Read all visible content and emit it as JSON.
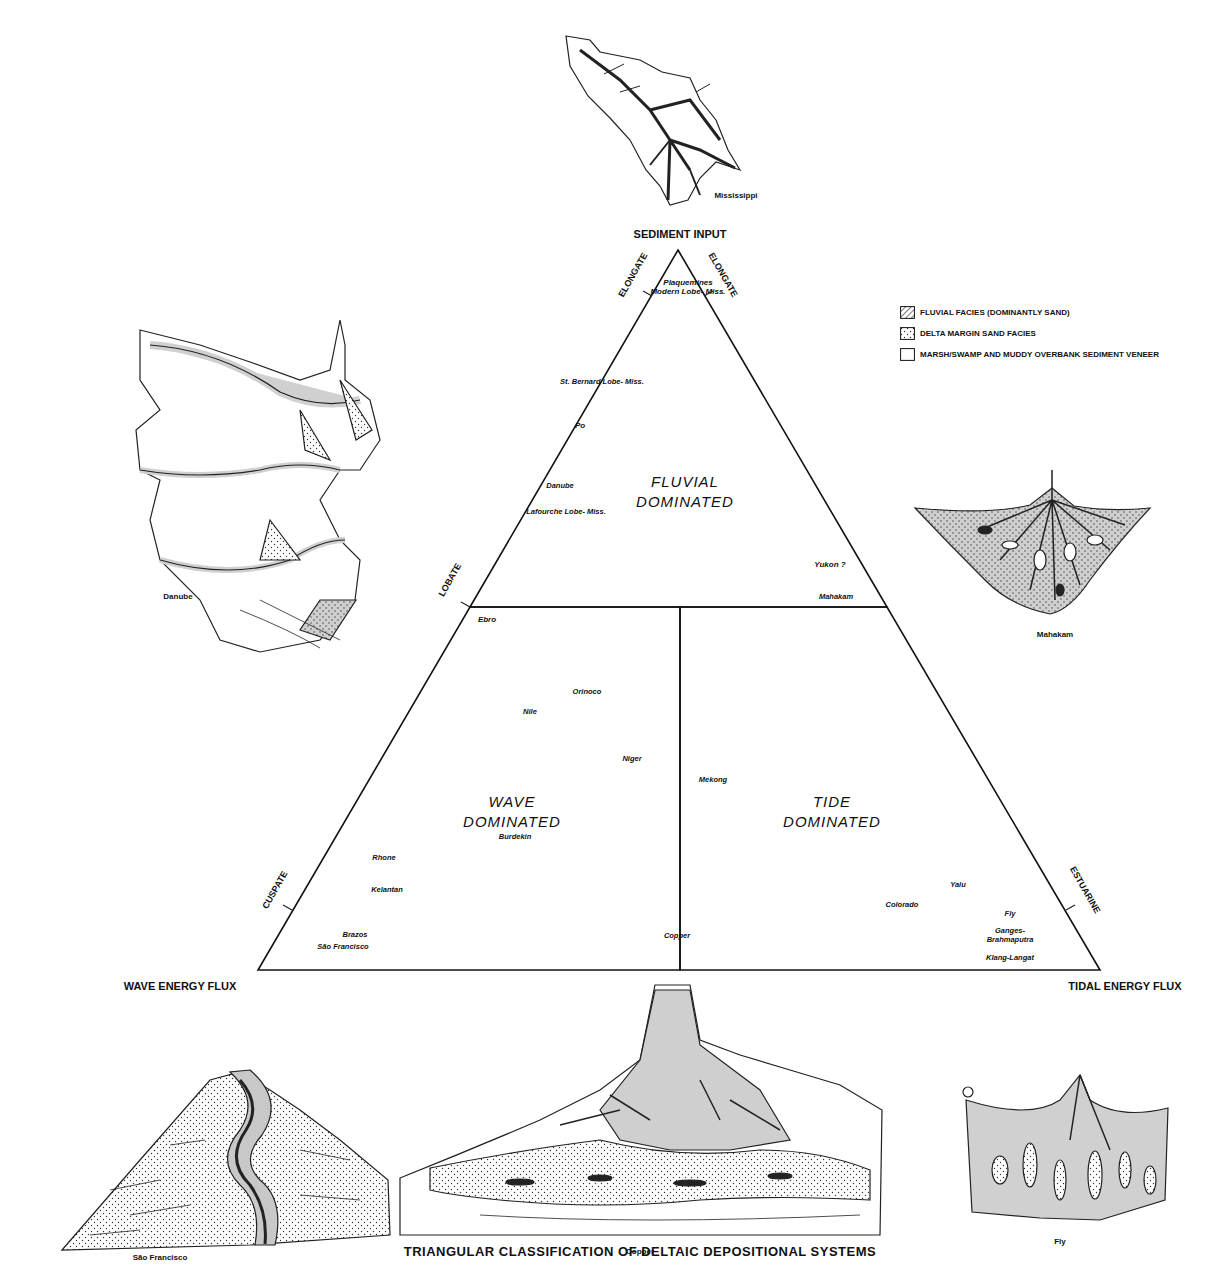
{
  "diagram": {
    "title": "TRIANGULAR CLASSIFICATION OF DELTAIC DEPOSITIONAL SYSTEMS",
    "nodes": [
      {
        "text": [
          "FLUVIAL DOMINATED"
        ]
      },
      {
        "text": [
          "WAVE DOMINATED"
        ]
      },
      {
        "text": [
          "TIDE DOMINATED"
        ]
      }
    ],
    "edges": [],
    "labels": [
      "Mississippi",
      "SEDIMENT INPUT",
      "ELONGATE",
      "ELONGATE",
      "Plaquemines Modern Lobe- Miss.",
      "St. Bernard Lobe- Miss.",
      "Po",
      "Danube",
      "Lafourche Lobe- Miss.",
      "Yukon ?",
      "Mahakam",
      "LOBATE",
      "Ebro",
      "Orinoco",
      "Nile",
      "Niger",
      "Mekong",
      "Burdekin",
      "Rhone",
      "Kelantan",
      "Brazos",
      "São Francisco",
      "CUSPATE",
      "Copper",
      "Colorado",
      "Yalu",
      "Fly",
      "Ganges- Brahmaputra",
      "Klang-Langat",
      "ESTUARINE",
      "WAVE ENERGY FLUX",
      "TIDAL ENERGY FLUX",
      "Danube",
      "Mahakam",
      "São Francisco",
      "Copper",
      "Fly"
    ],
    "legend": [
      {
        "text": "FLUVIAL FACIES (DOMINANTLY SAND)"
      },
      {
        "text": "DELTA MARGIN SAND FACIES"
      },
      {
        "text": "MARSH/SWAMP AND MUDDY OVERBANK SEDIMENT VENEER",
        "color": "#ffffff"
      }
    ]
  }
}
